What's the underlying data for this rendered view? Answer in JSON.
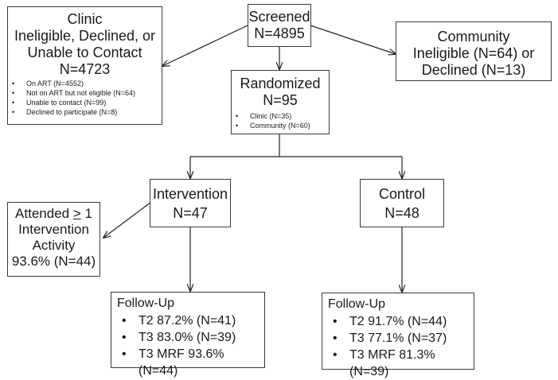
{
  "screened": {
    "title": "Screened",
    "count": "N=4895"
  },
  "clinic_excluded": {
    "lines": [
      "Clinic",
      "Ineligible, Declined, or",
      "Unable to Contact",
      "N=4723"
    ],
    "items": [
      "On ART (N=4552)",
      "Not on ART but not eligible (N=64)",
      "Unable to contact (N=99)",
      "Declined to participate (N=8)"
    ]
  },
  "community_excluded": {
    "lines": [
      "Community",
      "Ineligible (N=64) or",
      "Declined (N=13)"
    ]
  },
  "randomized": {
    "title": "Randomized",
    "count": "N=95",
    "items": [
      "Clinic (N=35)",
      "Community (N=60)"
    ]
  },
  "intervention": {
    "title": "Intervention",
    "count": "N=47"
  },
  "control": {
    "title": "Control",
    "count": "N=48"
  },
  "attended": {
    "prefix": "Attended ",
    "symbol": ">",
    "suffix": " 1",
    "lines": [
      "Intervention",
      "Activity",
      "93.6% (N=44)"
    ]
  },
  "followup_intervention": {
    "title": "Follow-Up",
    "items": [
      "T2 87.2% (N=41)",
      "T3 83.0% (N=39)",
      "T3 MRF 93.6% (N=44)"
    ]
  },
  "followup_control": {
    "title": "Follow-Up",
    "items": [
      "T2 91.7% (N=44)",
      "T3 77.1% (N=37)",
      "T3 MRF 81.3% (N=39)"
    ]
  }
}
